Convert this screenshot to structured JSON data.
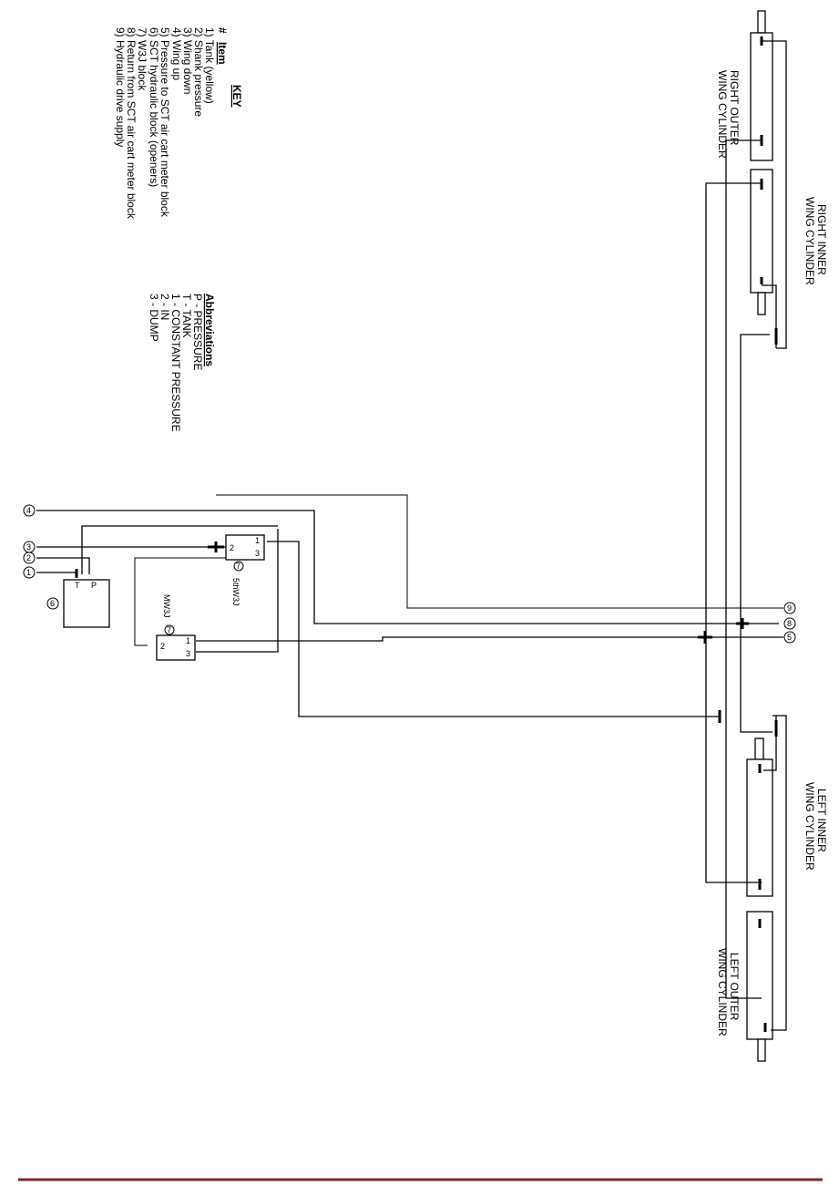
{
  "key": {
    "title": "KEY",
    "col_number": "#",
    "col_item": "Item",
    "items": [
      "1) Tank (yellow)",
      "2) Shank pressure",
      "3) Wing down",
      "4) Wing up",
      "5) Pressure to SCT air cart meter block",
      "6) SCT hydraulic block (openers)",
      "7) W3J block",
      "8) Return from SCT air cart meter block",
      "9) Hydraulic drive supply"
    ]
  },
  "abbreviations": {
    "title": "Abbreviations",
    "items": [
      "P - PRESSURE",
      "T - TANK",
      "1 - CONSTANT PRESSURE",
      "2 - IN",
      "3 - DUMP"
    ]
  },
  "cylinders": {
    "right_outer": [
      "RIGHT OUTER",
      "WING CYLINDER"
    ],
    "right_inner": [
      "RIGHT INNER",
      "WING CYLINDER"
    ],
    "left_inner": [
      "LEFT INNER",
      "WING CYLINDER"
    ],
    "left_outer": [
      "LEFT OUTER",
      "WING CYLINDER"
    ]
  },
  "blocks": {
    "fifth_w3j": {
      "callout": "7",
      "label": "5thW3J",
      "ports": [
        "1",
        "2",
        "3"
      ]
    },
    "mw3j": {
      "callout": "7",
      "label": "MW3J",
      "ports": [
        "1",
        "2",
        "3"
      ]
    },
    "sct_block": {
      "callout": "6",
      "ports": [
        "T",
        "P"
      ]
    }
  },
  "connection_callouts": [
    "1",
    "2",
    "3",
    "4",
    "5",
    "8",
    "9"
  ],
  "footer_rule_color": "#7b2b2b"
}
